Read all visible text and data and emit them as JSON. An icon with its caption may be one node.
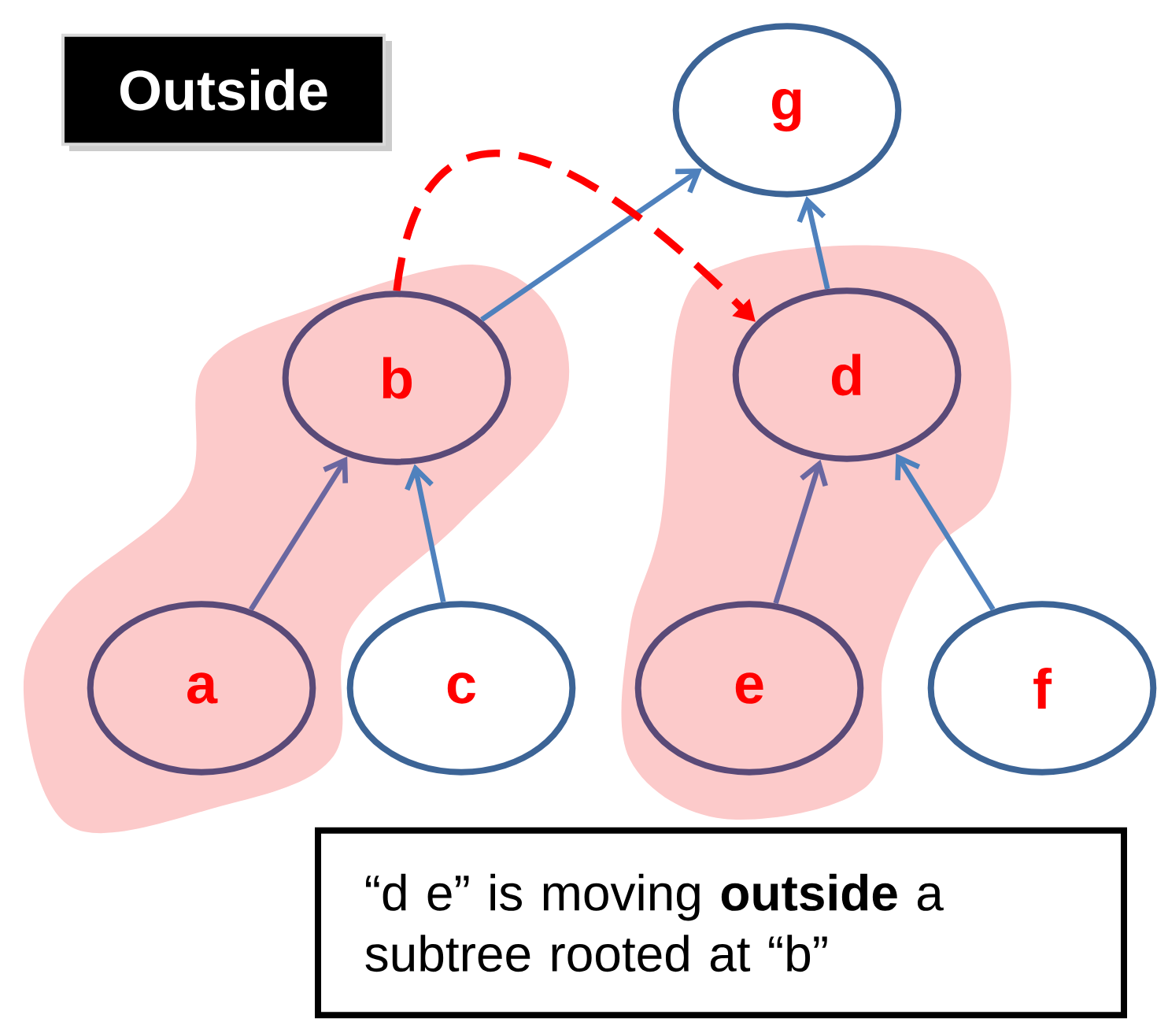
{
  "diagram": {
    "title": "Outside",
    "nodes": [
      {
        "text": [
          "g"
        ]
      },
      {
        "text": [
          "b"
        ]
      },
      {
        "text": [
          "d"
        ]
      },
      {
        "text": [
          "a"
        ]
      },
      {
        "text": [
          "c"
        ]
      },
      {
        "text": [
          "e"
        ]
      },
      {
        "text": [
          "f"
        ]
      },
      {
        "text": [
          "“d e” is moving **outside** a subtree rooted at “b”"
        ]
      }
    ],
    "edges": [
      {
        "from": 3,
        "to": 1,
        "arrow": "to",
        "color": "#6a67a0"
      },
      {
        "from": 4,
        "to": 1,
        "arrow": "to"
      },
      {
        "from": 5,
        "to": 2,
        "arrow": "to",
        "color": "#6a67a0"
      },
      {
        "from": 6,
        "to": 2,
        "arrow": "to"
      },
      {
        "from": 1,
        "to": 0,
        "arrow": "to"
      },
      {
        "from": 2,
        "to": 0,
        "arrow": "to"
      },
      {
        "from": 1,
        "to": 2,
        "arrow": "to",
        "style": "dashed",
        "color": "#ff0000"
      }
    ]
  }
}
